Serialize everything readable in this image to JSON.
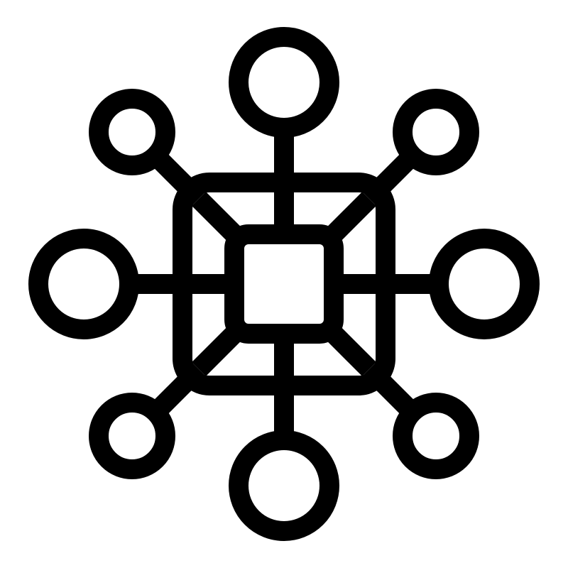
{
  "icon": {
    "name": "network-hub-icon",
    "stroke_color": "#000000",
    "background_color": "#ffffff",
    "nodes": [
      {
        "name": "node-top",
        "size": "large"
      },
      {
        "name": "node-top-right",
        "size": "small"
      },
      {
        "name": "node-right",
        "size": "large"
      },
      {
        "name": "node-bottom-right",
        "size": "small"
      },
      {
        "name": "node-bottom",
        "size": "large"
      },
      {
        "name": "node-bottom-left",
        "size": "small"
      },
      {
        "name": "node-left",
        "size": "large"
      },
      {
        "name": "node-top-left",
        "size": "small"
      }
    ]
  }
}
